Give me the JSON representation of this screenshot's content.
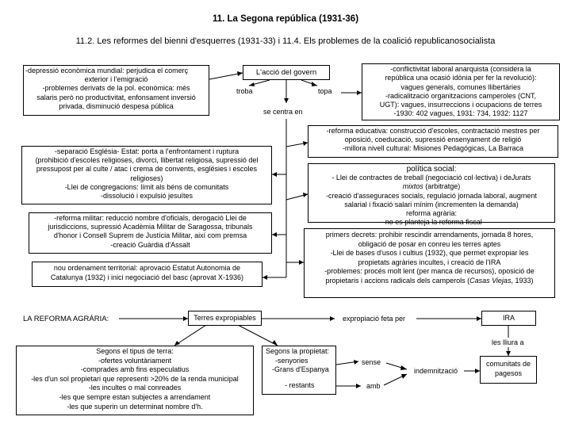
{
  "title": "11. La Segona república (1931-36)",
  "subtitle": "11.2. Les reformes del bienni d'esquerres (1931-33) i 11.4. Els problemes de la coalició republicanosocialista",
  "crisis_box": [
    "-depressió econòmica mundial: perjudica el comerç",
    "exterior i l'emigració",
    "-problemes derivats de la pol. econòmica: més",
    "salaris però no productivitat, enfonsament inversió",
    "privada, disminució despesa pública"
  ],
  "govern": {
    "action": "L'acció del govern",
    "obstacle": "troba",
    "hits": "topa",
    "focus": "se centra en"
  },
  "conflict_box": [
    "-conflictivitat laboral anarquista (considera la",
    "república una ocasió idònia per fer la revolució):",
    "vagues generals, comunes llibertàries",
    "-radicalització organitzacions camperoles (CNT,",
    "UGT): vagues, insurreccions i ocupacions de terres",
    "-1930: 402 vagues, 1931: 734, 1932: 1127"
  ],
  "church_box": [
    "-separació Església- Estat: porta a l'enfrontament i ruptura",
    "(prohibició d'escoles religioses, divorci, llibertat religiosa, supressió del",
    "pressupost per al culte / atac i crema de convents, esglésies i escoles",
    "religioses)",
    "-Llei de congregacions: límit als béns de comunitats",
    "-dissolució i expulsió jesuïtes"
  ],
  "military_box": [
    "-reforma militar: reducció nombre d'oficials, derogació Llei de",
    "jurisdiccions, supressió Acadèmia Militar de Saragossa, tribunals",
    "d'honor i Consell Suprem de Justícia Militar, així com premsa",
    "-creació Guàrdia d'Assalt"
  ],
  "territorial_box": [
    "nou ordenament territorial: aprovació Estatut Autonomia de",
    "Catalunya (1932) i inici negociació del basc (aprovat X-1936)"
  ],
  "education_box": [
    "-reforma educativa: construcció d'escoles, contractació mestres per",
    "oposició, coeducació, supressió ensenyament de religió",
    "-millora nivell cultural: Misiones Pedagógicas, La Barraca"
  ],
  "social_box": {
    "heading": "política social:",
    "line1_prefix": "- Llei de contractes de treball (negociació col·lectiva) i de",
    "line1_italic": "Jurats",
    "line2_italic": "mixtos",
    "line2_rest": " (arbitratge)",
    "rest": [
      "-creació d'asseguraces socials, regulació jornada laboral, augment",
      "salarial i fixació salari mínim (incrementen la demanda)",
      "reforma agrària:",
      "- no es planteja la reforma fiscal"
    ]
  },
  "decrees_box": {
    "lines": [
      "primers decrets: prohibir rescindir arrendaments, jornada 8 hores,",
      "obligació de posar en conreu les terres aptes",
      "-Llei de bases d'usos i cultius (1932), que permet expropiar les",
      "propietats agràries incultes, i creació de l'IRA",
      "-problemes: procés molt lent (per manca de recursos), oposició de"
    ],
    "last_prefix": "propietaris i accions radicals dels camperols (",
    "last_italic": "Casas Viejas",
    "last_suffix": ", 1933)"
  },
  "agrarian": {
    "label": "LA REFORMA AGRÀRIA:",
    "lands": "Terres expropiables",
    "executed": "expropiació feta per",
    "ira": "IRA",
    "hands_over": "les lliura a",
    "communities": [
      "comunitats de",
      "pagesos"
    ],
    "land_type_box": [
      "Segons el tipus de terra:",
      "-ofertes voluntàriament",
      "-comprades amb fins especulatius",
      "-les d'un sol propietari que representi >20% de la renda municipal",
      "-les incultes o mal conreades",
      "-les que sempre estan subjectes a arrendament",
      "-les que superin un determinat nombre d'h."
    ],
    "owner_box": [
      "Segons la propietat:",
      "-senyories",
      "-Grans d'Espanya"
    ],
    "rest": "- restants",
    "without": "sense",
    "with": "amb",
    "compensation": "indemnització"
  }
}
